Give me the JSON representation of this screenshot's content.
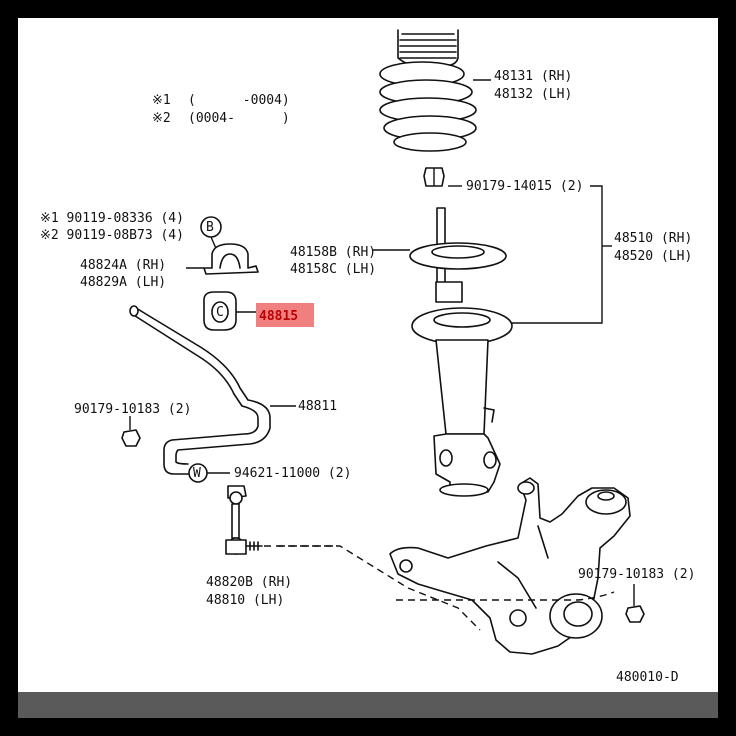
{
  "legend": [
    {
      "mark": "※1",
      "value": "(      -0004)"
    },
    {
      "mark": "※2",
      "value": "(0004-      )"
    }
  ],
  "callouts": {
    "spring_rh": "48131 (RH)",
    "spring_lh": "48132 (LH)",
    "nut_top": "90179-14015 (2)",
    "strut_rh": "48510 (RH)",
    "strut_lh": "48520 (LH)",
    "seat_rh": "48158B (RH)",
    "seat_lh": "48158C (LH)",
    "bolt1": "※1 90119-08336 (4)",
    "bolt2": "※2 90119-08B73 (4)",
    "bracket_rh": "48824A (RH)",
    "bracket_lh": "48829A (LH)",
    "bushing": "48815",
    "nut_left": "90179-10183 (2)",
    "stabilizer_bar": "48811",
    "w_part": "94621-11000 (2)",
    "link_rh": "48820B (RH)",
    "link_lh": "48810  (LH)",
    "nut_right": "90179-10183 (2)",
    "diagram_code": "480010-D"
  },
  "markers": {
    "b": "B",
    "c": "C",
    "w": "W"
  },
  "highlight_color": "#f08080"
}
